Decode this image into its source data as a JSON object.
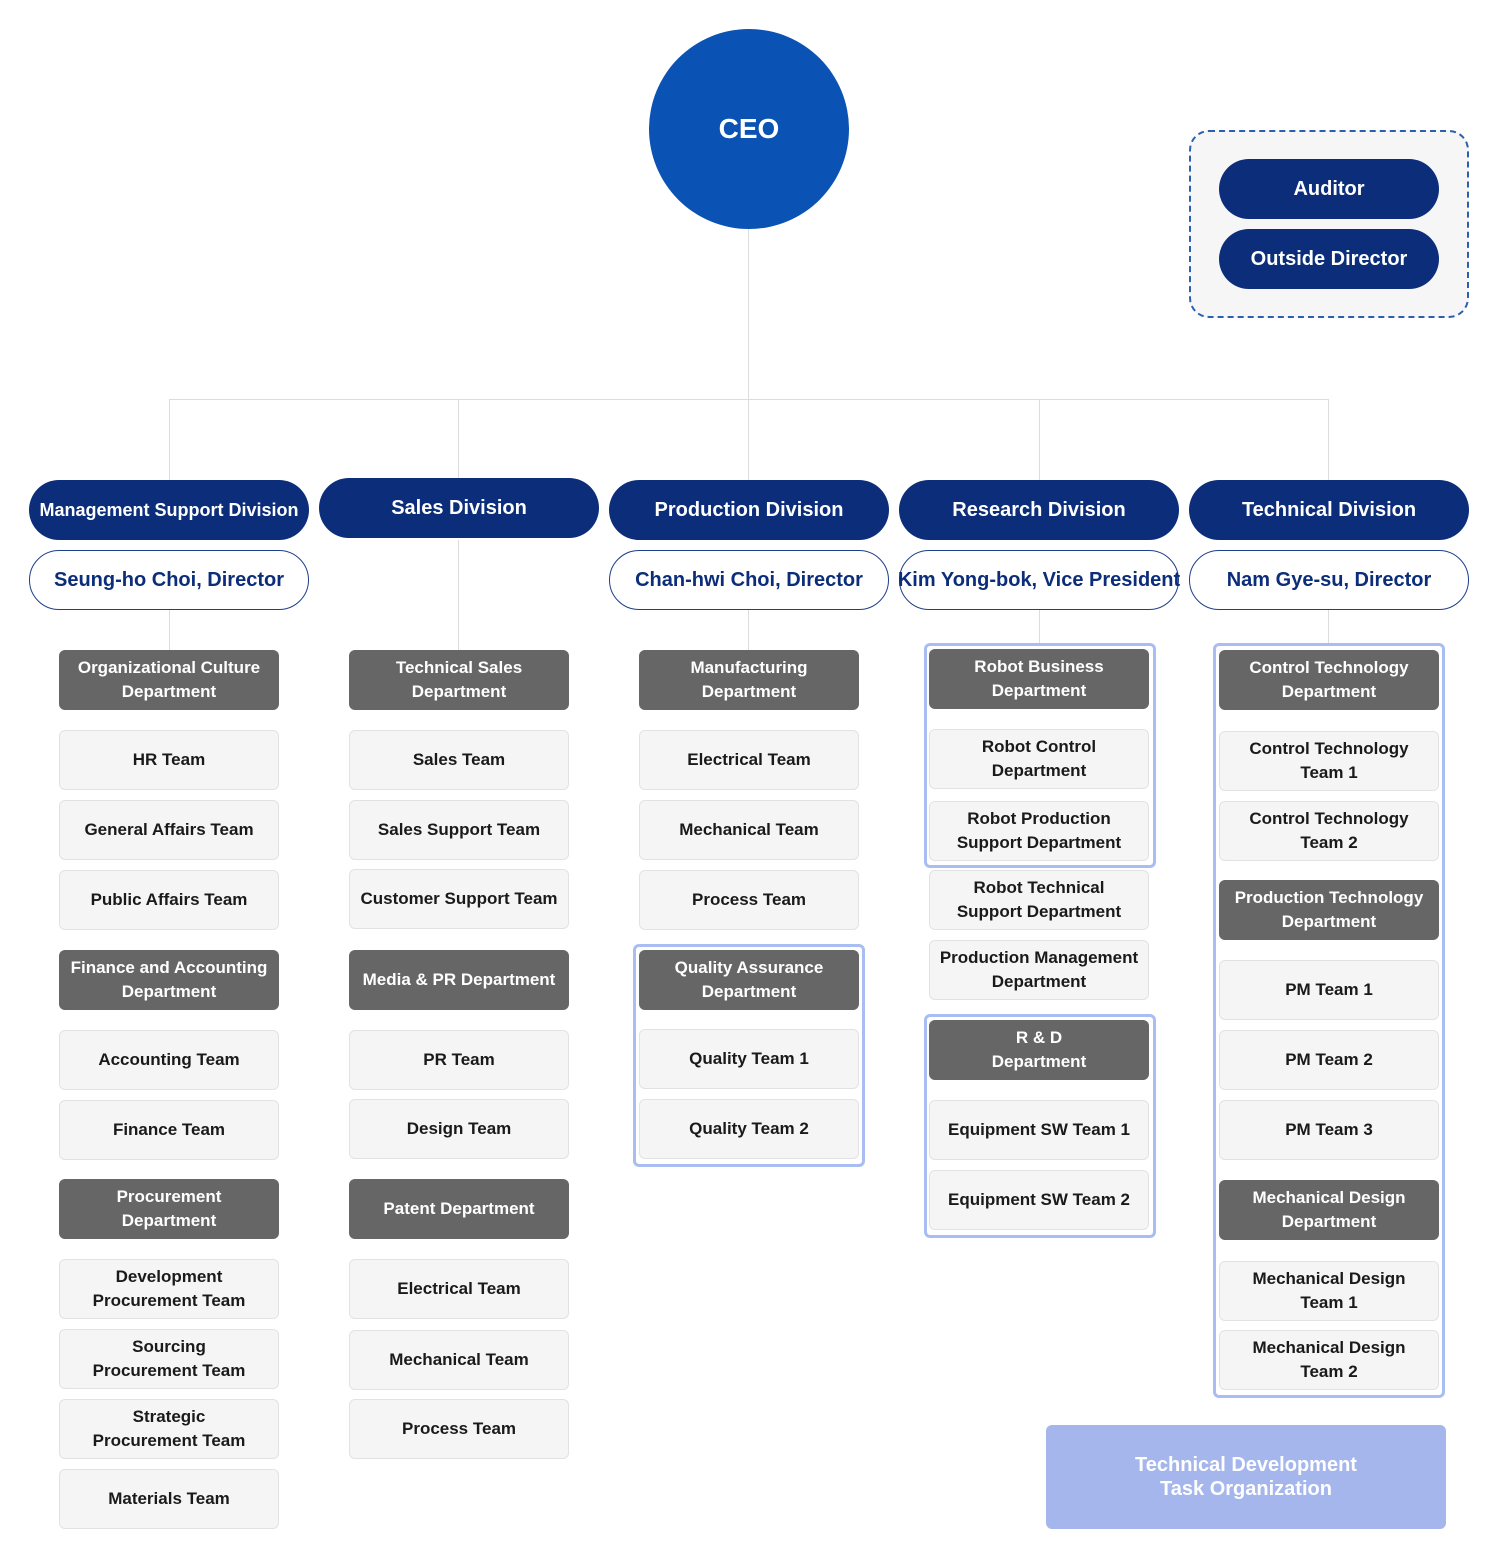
{
  "ceo": "CEO",
  "advisory": {
    "auditor": "Auditor",
    "outside_director": "Outside Director"
  },
  "divisions": [
    {
      "name": "Management Support Division",
      "head": "Seung-ho Choi, Director"
    },
    {
      "name": "Sales Division",
      "head": ""
    },
    {
      "name": "Production Division",
      "head": "Chan-hwi Choi, Director"
    },
    {
      "name": "Research Division",
      "head": "Kim Yong-bok, Vice President"
    },
    {
      "name": "Technical Division",
      "head": "Nam Gye-su, Director"
    }
  ],
  "management": {
    "org_culture_dept": "Organizational Culture\nDepartment",
    "hr_team": "HR Team",
    "general_affairs_team": "General Affairs Team",
    "public_affairs_team": "Public Affairs Team",
    "finance_accounting_dept": "Finance and Accounting\nDepartment",
    "accounting_team": "Accounting Team",
    "finance_team": "Finance Team",
    "procurement_dept": "Procurement\nDepartment",
    "dev_procurement_team": "Development\nProcurement Team",
    "sourcing_procurement_team": "Sourcing\nProcurement Team",
    "strategic_procurement_team": "Strategic\nProcurement Team",
    "materials_team": "Materials Team"
  },
  "sales": {
    "technical_sales_dept": "Technical Sales\nDepartment",
    "sales_team": "Sales Team",
    "sales_support_team": "Sales Support Team",
    "customer_support_team": "Customer Support Team",
    "media_pr_dept": "Media & PR Department",
    "pr_team": "PR Team",
    "design_team": "Design Team",
    "patent_dept": "Patent Department",
    "electrical_team": "Electrical Team",
    "mechanical_team": "Mechanical Team",
    "process_team": "Process Team"
  },
  "production": {
    "manufacturing_dept": "Manufacturing\nDepartment",
    "electrical_team": "Electrical Team",
    "mechanical_team": "Mechanical Team",
    "process_team": "Process Team",
    "qa_dept": "Quality Assurance\nDepartment",
    "quality_team_1": "Quality Team 1",
    "quality_team_2": "Quality Team 2"
  },
  "research": {
    "robot_business_dept": "Robot Business\nDepartment",
    "robot_control_dept": "Robot Control\nDepartment",
    "robot_production_support_dept": "Robot Production\nSupport Department",
    "robot_technical_support_dept": "Robot Technical\nSupport Department",
    "production_management_dept": "Production Management\nDepartment",
    "rnd_dept": "R & D\nDepartment",
    "equipment_sw_team_1": "Equipment SW Team 1",
    "equipment_sw_team_2": "Equipment SW Team 2"
  },
  "technical": {
    "control_tech_dept": "Control Technology\nDepartment",
    "control_tech_team_1": "Control Technology\nTeam 1",
    "control_tech_team_2": "Control Technology\nTeam 2",
    "production_tech_dept": "Production Technology\nDepartment",
    "pm_team_1": "PM Team 1",
    "pm_team_2": "PM Team 2",
    "pm_team_3": "PM Team 3",
    "mech_design_dept": "Mechanical Design\nDepartment",
    "mech_design_team_1": "Mechanical Design\nTeam 1",
    "mech_design_team_2": "Mechanical Design\nTeam 2"
  },
  "legend": "Technical Development\nTask Organization",
  "colors": {
    "ceo": "#0a53b5",
    "division": "#0b2d7a",
    "department": "#666666",
    "team": "#f5f5f5",
    "task_org_border": "#a8bdf2",
    "legend": "#a4b6ec"
  }
}
